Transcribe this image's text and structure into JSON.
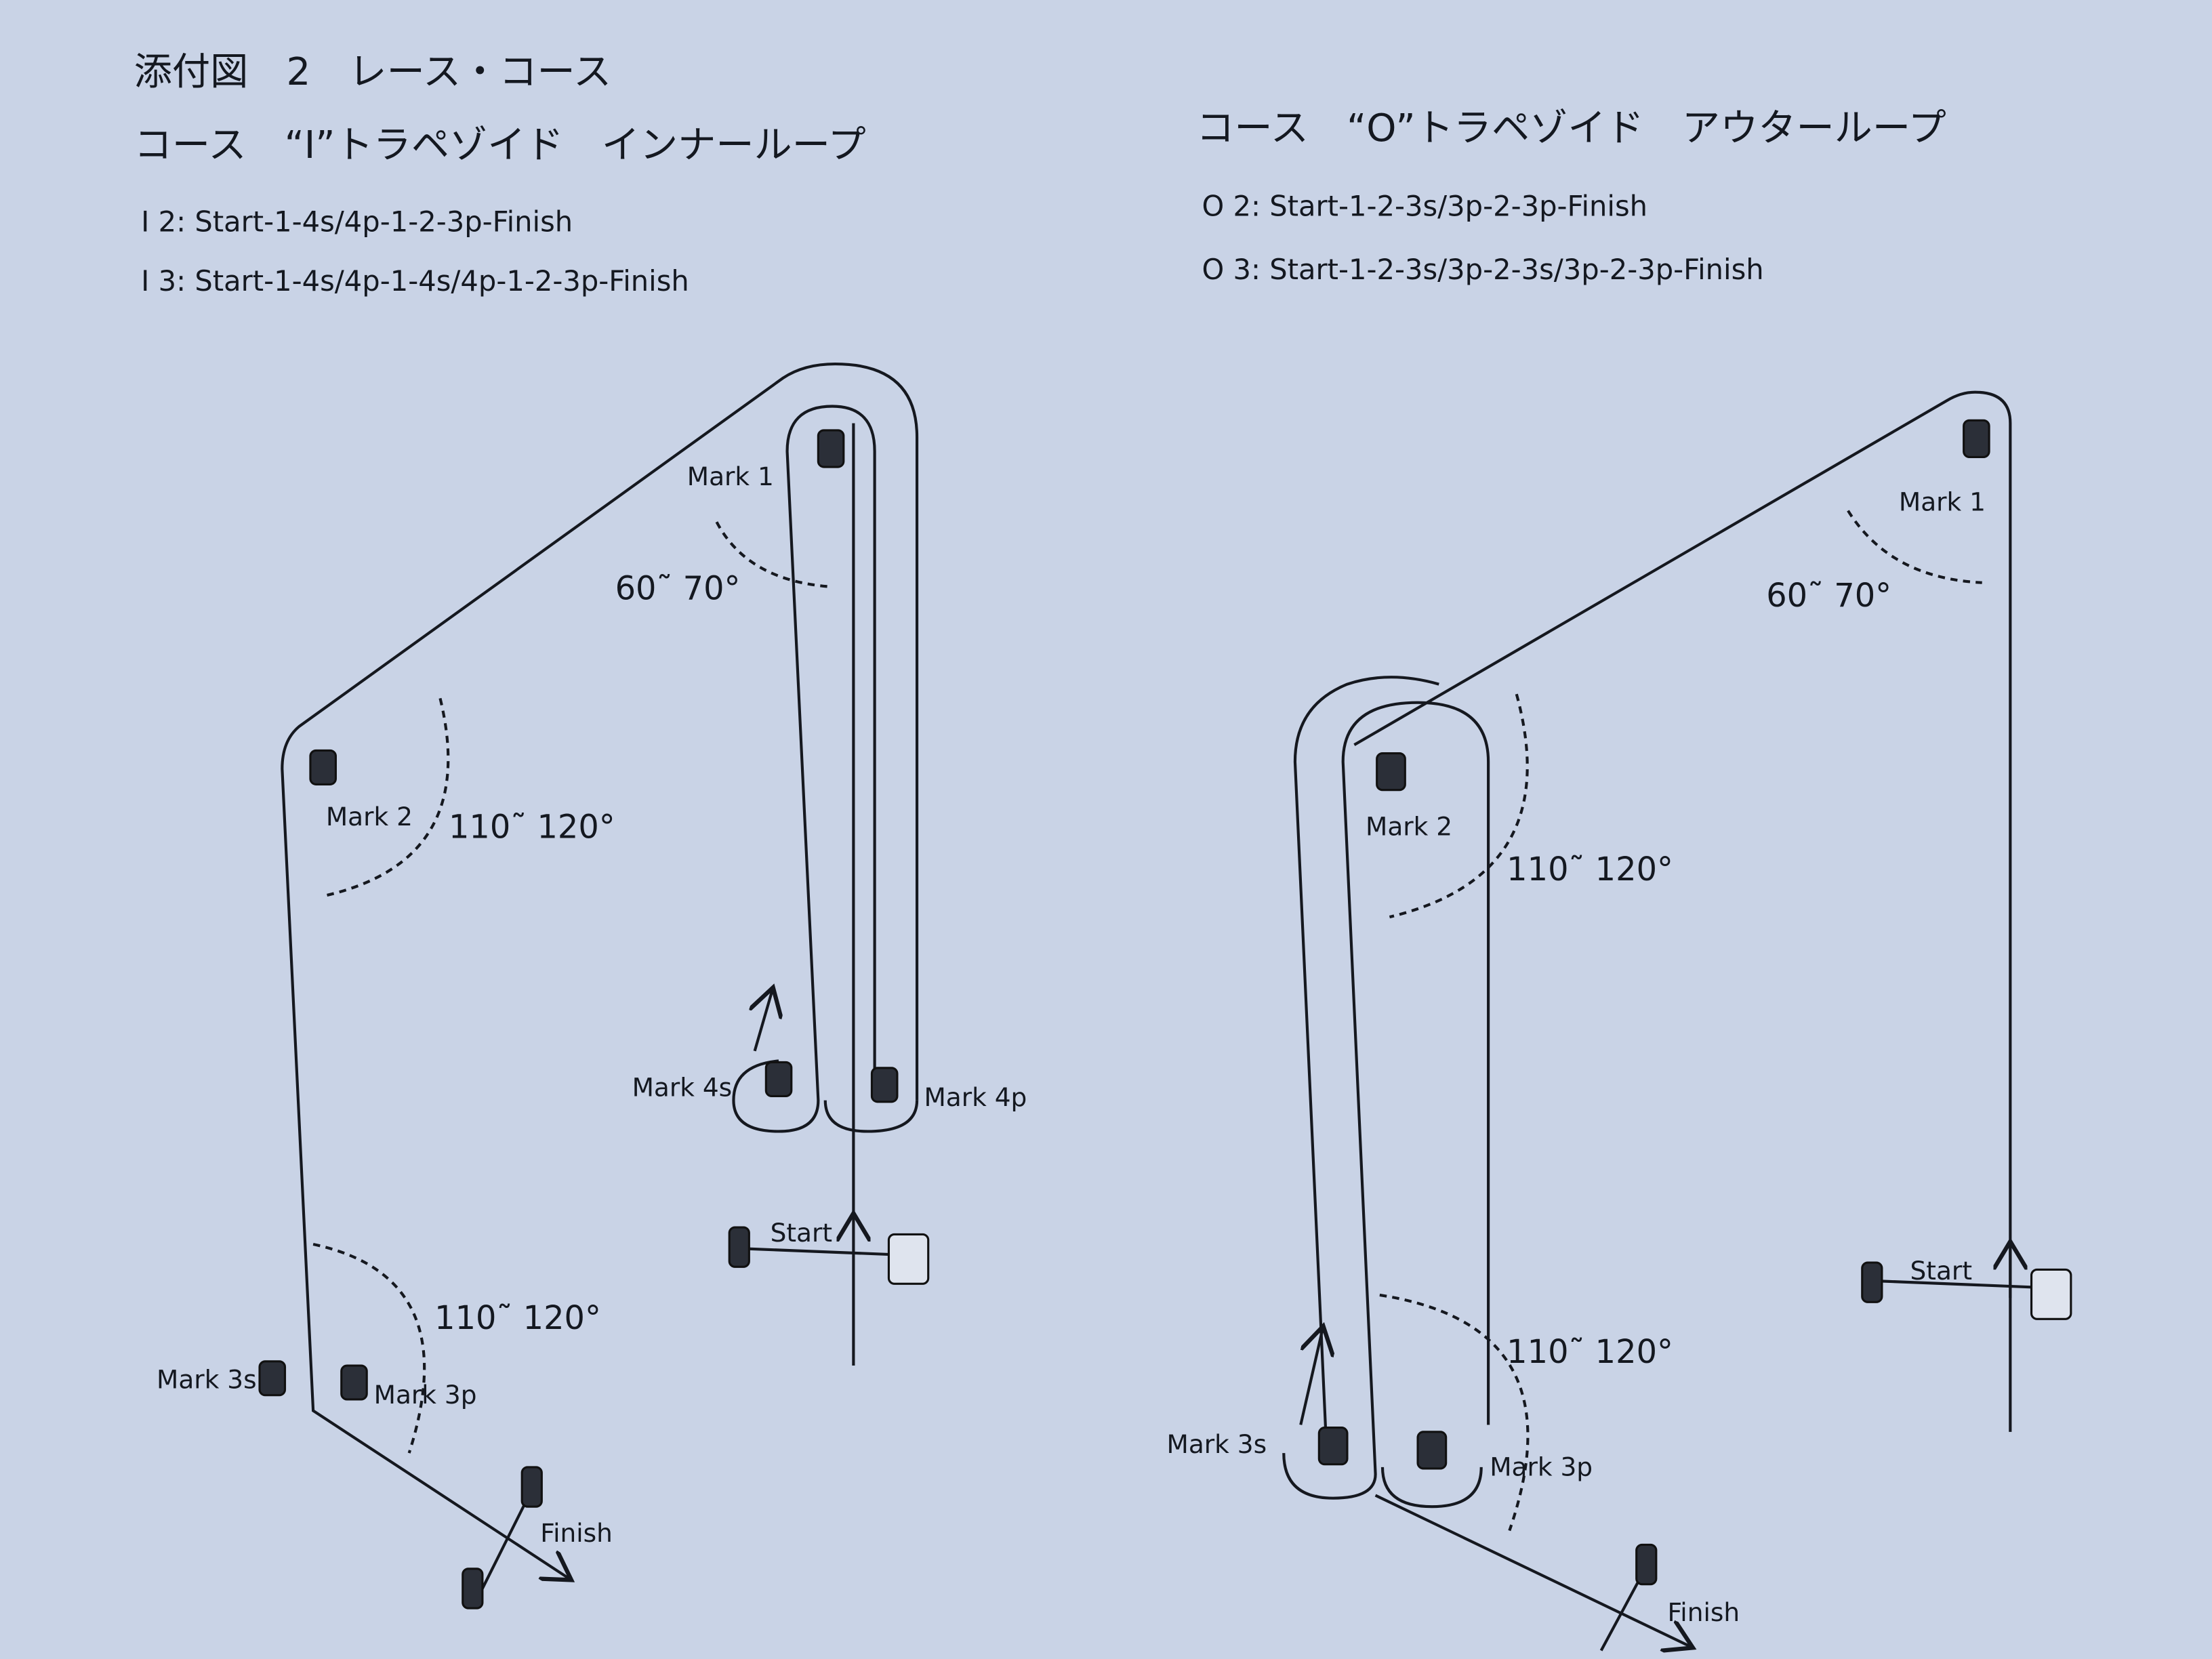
{
  "header": {
    "title": "添付図　2　レース・コース"
  },
  "course_i": {
    "title": "コース　“I”トラペゾイド　インナーループ",
    "routes": [
      "I 2: Start-1-4s/4p-1-2-3p-Finish",
      "I 3: Start-1-4s/4p-1-4s/4p-1-2-3p-Finish"
    ],
    "marks": {
      "m1": "Mark 1",
      "m2": "Mark 2",
      "m3s": "Mark 3s",
      "m3p": "Mark 3p",
      "m4s": "Mark 4s",
      "m4p": "Mark 4p"
    },
    "angles": {
      "a1": "60˜ 70°",
      "a2": "110˜ 120°",
      "a3": "110˜ 120°"
    },
    "start": "Start",
    "finish": "Finish"
  },
  "course_o": {
    "title": "コース　“O”トラペゾイド　アウターループ",
    "routes": [
      "O 2: Start-1-2-3s/3p-2-3p-Finish",
      "O 3: Start-1-2-3s/3p-2-3s/3p-2-3p-Finish"
    ],
    "marks": {
      "m1": "Mark 1",
      "m2": "Mark 2",
      "m3s": "Mark 3s",
      "m3p": "Mark 3p"
    },
    "angles": {
      "a1": "60˜ 70°",
      "a2": "110˜ 120°",
      "a3": "110˜ 120°"
    },
    "start": "Start",
    "finish": "Finish"
  }
}
